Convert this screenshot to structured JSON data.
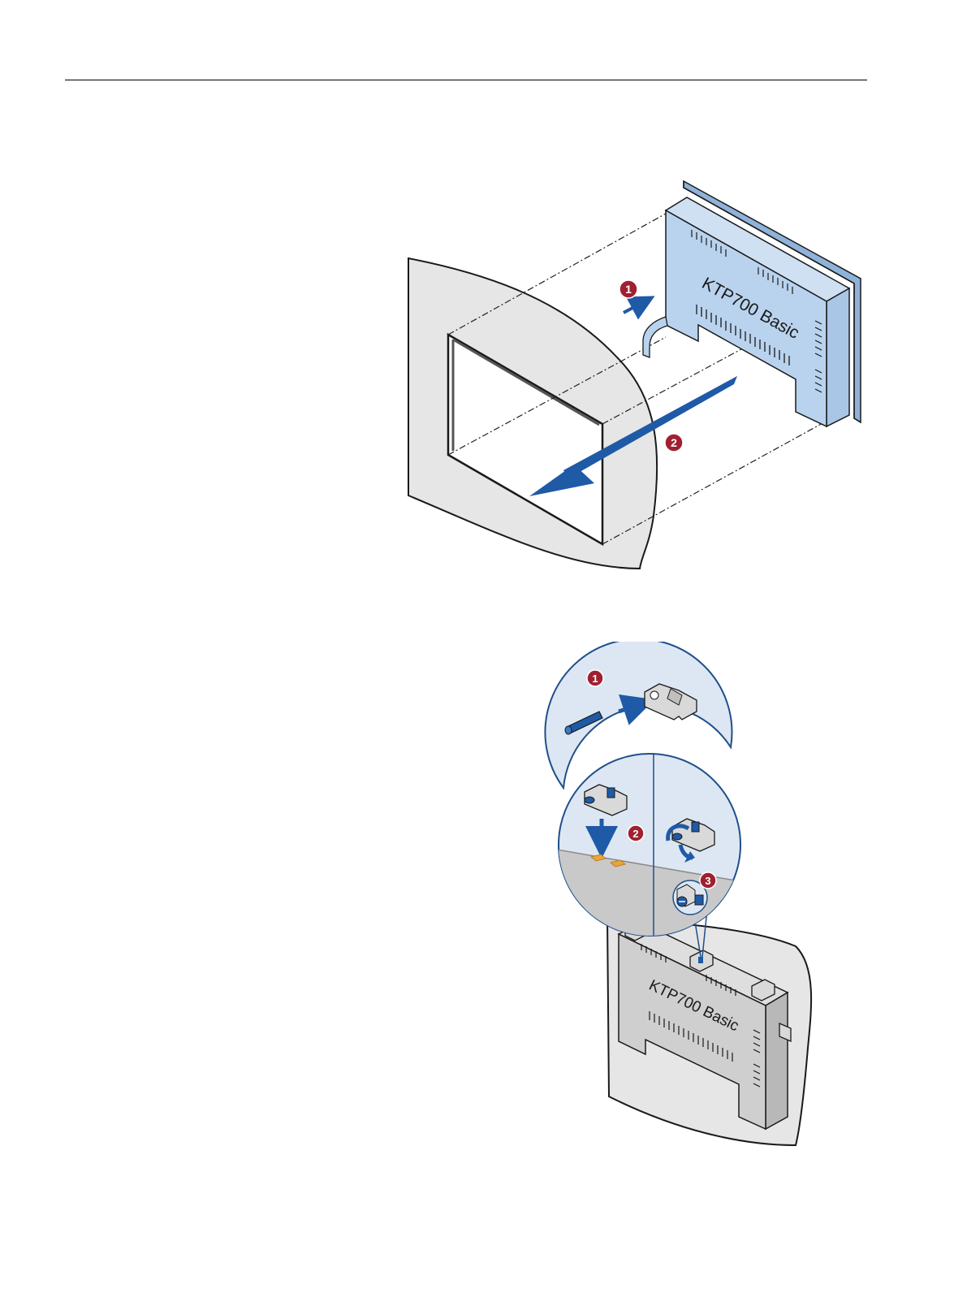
{
  "colors": {
    "accent_blue": "#1f5aa6",
    "device_blue": "#b9d3ee",
    "device_gray": "#cfcfcf",
    "panel_gray": "#e6e6e6",
    "callout_bg": "#dde7f3",
    "callout_border": "#1f4f8a",
    "step_red": "#a02030",
    "clip_orange": "#e8a53a"
  },
  "figure1": {
    "device_label": "KTP700 Basic",
    "step1": "1",
    "step2": "2"
  },
  "figure2": {
    "device_label": "KTP700 Basic",
    "step1": "1",
    "step2": "2",
    "step3": "3"
  },
  "icons": [
    "insert-arrow-icon",
    "clamp-icon",
    "pin-icon",
    "rotate-arrow-icon",
    "screwdriver-icon"
  ]
}
